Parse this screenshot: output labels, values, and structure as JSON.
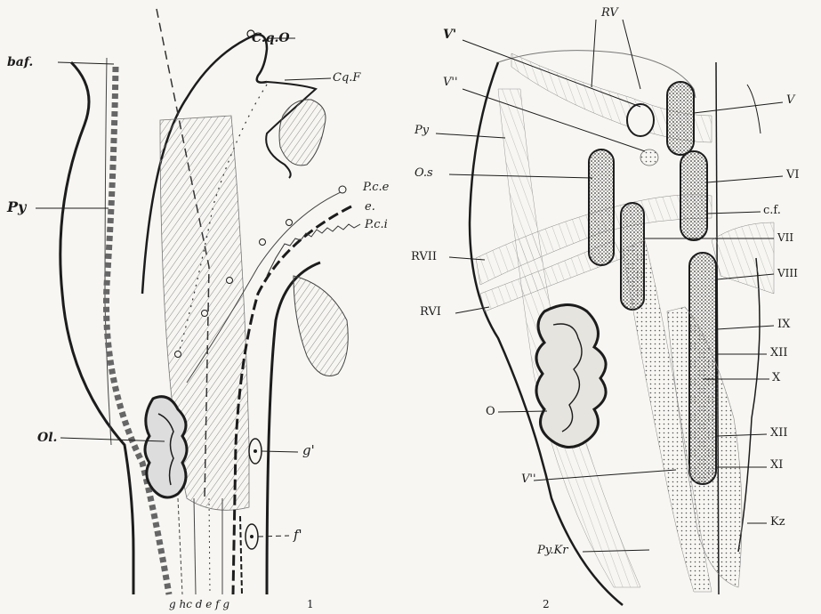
{
  "figure_1": {
    "number": "1",
    "labels": {
      "Cq0": "C.q.O",
      "CqF": "Cq.F",
      "Pce": "P.c.e",
      "e": "e.",
      "Pci": "P.c.i",
      "baf": "baf.",
      "Py": "Py",
      "Ol": "Ol.",
      "g_prime": "g'",
      "f_prime": "f'",
      "bottom_row": "g  hc d e f g"
    }
  },
  "figure_2": {
    "number": "2",
    "labels": {
      "RV": "RV",
      "V_prime": "V'",
      "V_double": "V''",
      "Py": "Py",
      "Os": "O.s",
      "RVII": "RVII",
      "RVI": "RVI",
      "O": "O",
      "V_lower": "V''",
      "PyKr": "Py.Kr",
      "V": "V",
      "VI": "VI",
      "cf": "c.f.",
      "VII": "VII",
      "VIII": "VIII",
      "IX": "IX",
      "XII_a": "XII",
      "X": "X",
      "XII_b": "XII",
      "XI": "XI",
      "Kz": "Kz"
    }
  }
}
